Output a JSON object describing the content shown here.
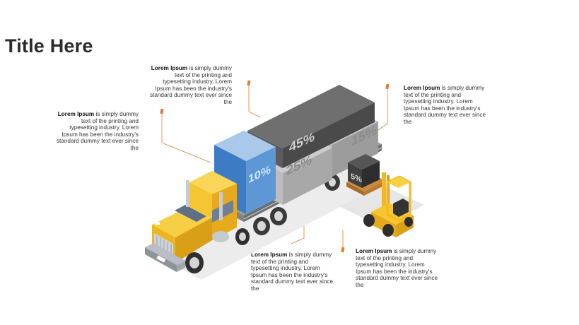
{
  "title": "Title Here",
  "callouts": [
    {
      "bold": "Lorem Ipsum",
      "text": " is simply dummy text of the printing and typesetting industry. Lorem Ipsum has been the industry's standard dummy text ever since the"
    },
    {
      "bold": "Lorem Ipsum",
      "text": " is simply dummy text of the printing and typesetting industry. Lorem Ipsum has been the industry's standard dummy text ever since the"
    },
    {
      "bold": "Lorem Ipsum",
      "text": " is simply dummy text of the printing and typesetting industry. Lorem Ipsum has been the industry's standard dummy text ever since the"
    },
    {
      "bold": "Lorem Ipsum",
      "text": " is simply dummy text of the printing and typesetting industry. Lorem Ipsum has been the industry's standard dummy text ever since the"
    },
    {
      "bold": "Lorem Ipsum",
      "text": " is simply dummy text of the printing and typesetting industry. Lorem Ipsum has been the industry's standard dummy text ever since the"
    }
  ],
  "cargo": {
    "blue_box": "10%",
    "dark_top": "45%",
    "gray_front": "25%",
    "gray_back": "15%",
    "forklift_box": "5%"
  },
  "colors": {
    "accent": "#e07b39",
    "truck_yellow": "#f2c12e",
    "box_blue": "#3d7cc4",
    "box_dark": "#5a5a5a",
    "box_gray": "#b3b3b3"
  }
}
